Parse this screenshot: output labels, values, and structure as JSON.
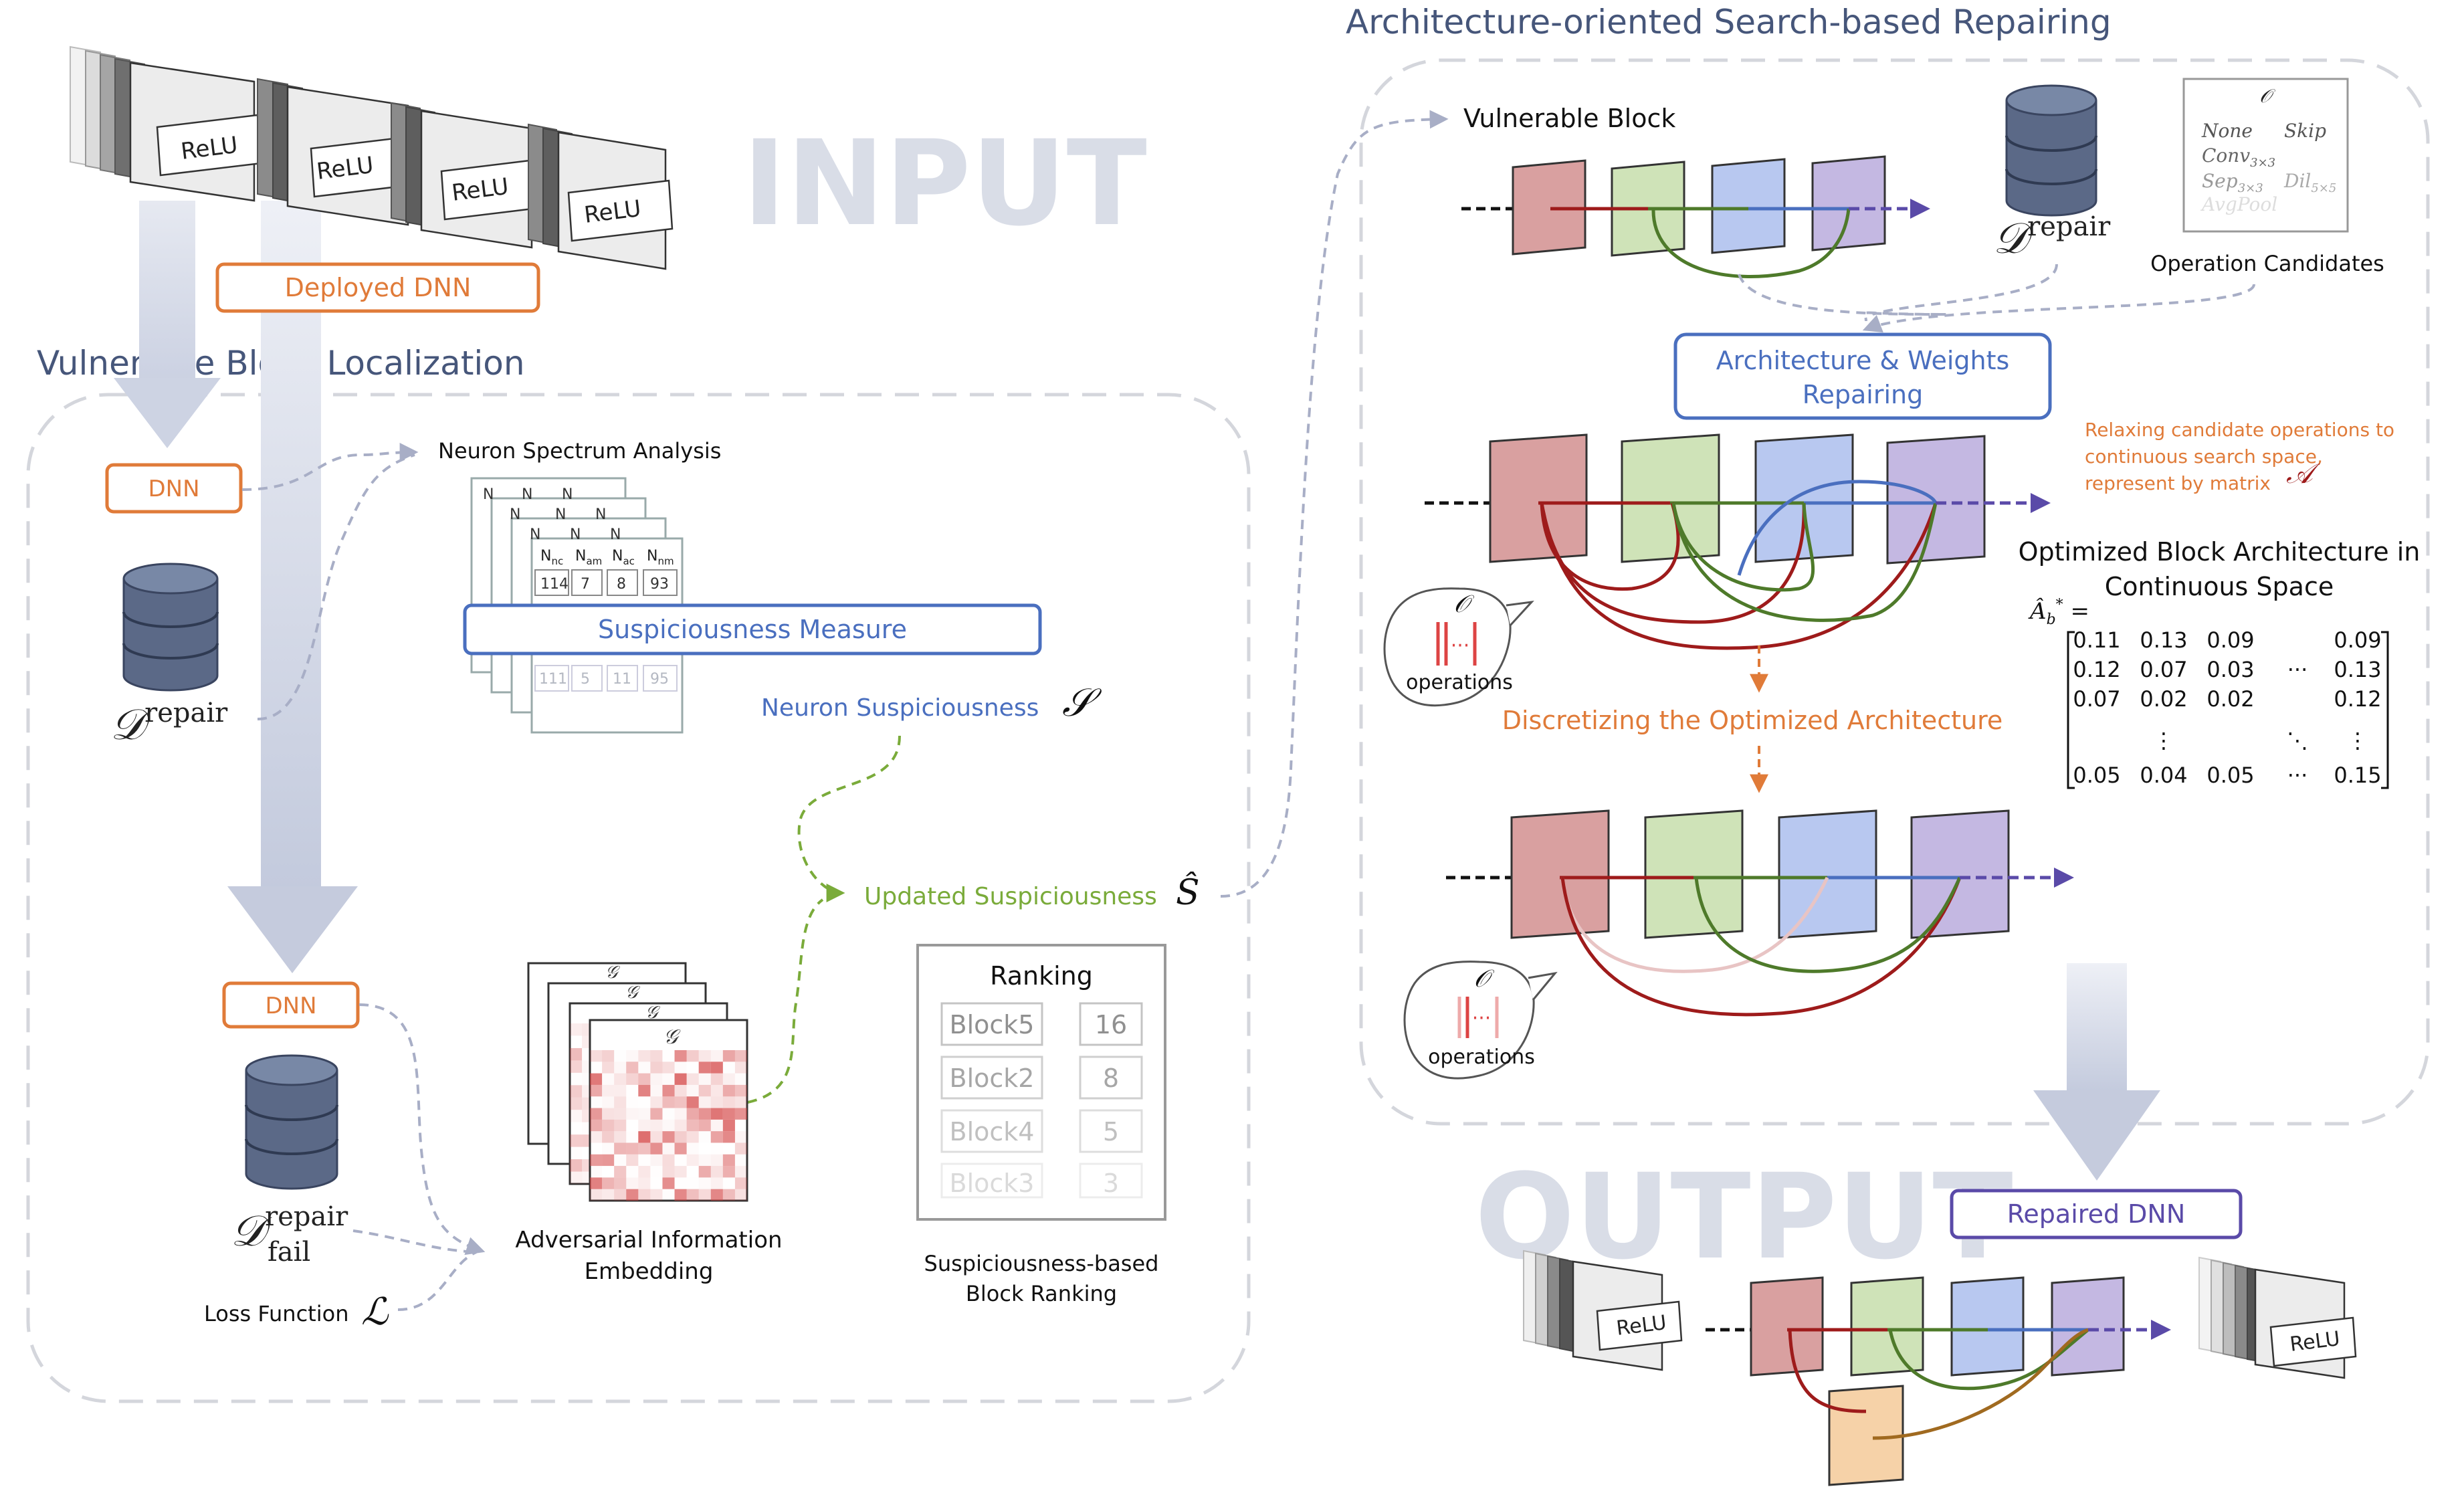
{
  "colors": {
    "orange": "#e07b39",
    "blue": "#4a6fbf",
    "green": "#7aab3a",
    "dark_red": "#9e1b1b",
    "dark_green": "#4e7a2a",
    "purple": "#5a4aa8",
    "dashed_gray": "#a8aec6",
    "block_red": "#d9a0a0",
    "block_green": "#cfe3b8",
    "block_blue": "#b8c8f0",
    "block_purple": "#c4b8e2",
    "block_orange": "#f6d2a8"
  },
  "headings": {
    "input_watermark": "INPUT",
    "output_watermark": "OUTPUT",
    "localization_title": "Vulnerable Block Localization",
    "repair_title": "Architecture-oriented Search-based Repairing"
  },
  "input": {
    "relu_labels": [
      "ReLU",
      "ReLU",
      "ReLU",
      "ReLU"
    ],
    "deployed_dnn": "Deployed DNN"
  },
  "localization": {
    "dnn_top": "DNN",
    "dnn_bottom": "DNN",
    "d_symbol": "𝒟",
    "repair_sup": "repair",
    "fail_sub": "fail",
    "neuron_spectrum": "Neuron Spectrum Analysis",
    "spectrum_headers": [
      "N",
      "N",
      "N",
      "N"
    ],
    "spectrum_header_subs": [
      "nc",
      "am",
      "ac",
      "nm"
    ],
    "spectrum_values": [
      "114",
      "7",
      "8",
      "93"
    ],
    "spectrum_values_faded": [
      "111",
      "5",
      "11",
      "95"
    ],
    "suspiciousness_measure": "Suspiciousness Measure",
    "neuron_suspiciousness": "Neuron Suspiciousness",
    "s_symbol": "𝒮",
    "s_hat_symbol": "Ŝ",
    "updated_suspiciousness": "Updated Suspiciousness",
    "g_symbol": "𝒢",
    "adv_label_line1": "Adversarial Information",
    "adv_label_line2": "Embedding",
    "loss_label": "Loss Function",
    "loss_symbol": "ℒ",
    "ranking_title": "Ranking",
    "ranking": [
      {
        "block": "Block5",
        "score": "16"
      },
      {
        "block": "Block2",
        "score": "8"
      },
      {
        "block": "Block4",
        "score": "5"
      },
      {
        "block": "Block3",
        "score": "3"
      }
    ],
    "ranking_label_line1": "Suspiciousness-based",
    "ranking_label_line2": "Block Ranking"
  },
  "repair": {
    "vulnerable_block": "Vulnerable Block",
    "op_symbol": "𝒪",
    "op_candidates": [
      "None",
      "Skip",
      "Conv",
      "Sep",
      "Dil",
      "AvgPool"
    ],
    "op_candidate_subs": [
      "",
      "",
      "3×3",
      "3×3",
      "5×5",
      ""
    ],
    "op_candidates_label": "Operation Candidates",
    "arch_weights_line1": "Architecture & Weights",
    "arch_weights_line2": "Repairing",
    "relax_line1": "Relaxing candidate operations to",
    "relax_line2": "continuous search space,",
    "relax_line3": "represent by matrix",
    "a_symbol": "𝒜",
    "optimized_line1": "Optimized Block Architecture in",
    "optimized_line2": "Continuous Space",
    "matrix_lhs": "Â",
    "matrix_rows": [
      [
        "0.11",
        "0.13",
        "0.09",
        "",
        "0.09"
      ],
      [
        "0.12",
        "0.07",
        "0.03",
        "···",
        "0.13"
      ],
      [
        "0.07",
        "0.02",
        "0.02",
        "",
        "0.12"
      ],
      [
        "",
        "⋮",
        "",
        "⋱",
        "⋮"
      ],
      [
        "0.05",
        "0.04",
        "0.05",
        "···",
        "0.15"
      ]
    ],
    "operations_label": "operations",
    "discretizing": "Discretizing the Optimized Architecture",
    "repaired_dnn": "Repaired DNN",
    "output_relu_left": "ReLU",
    "output_relu_right": "ReLU"
  }
}
